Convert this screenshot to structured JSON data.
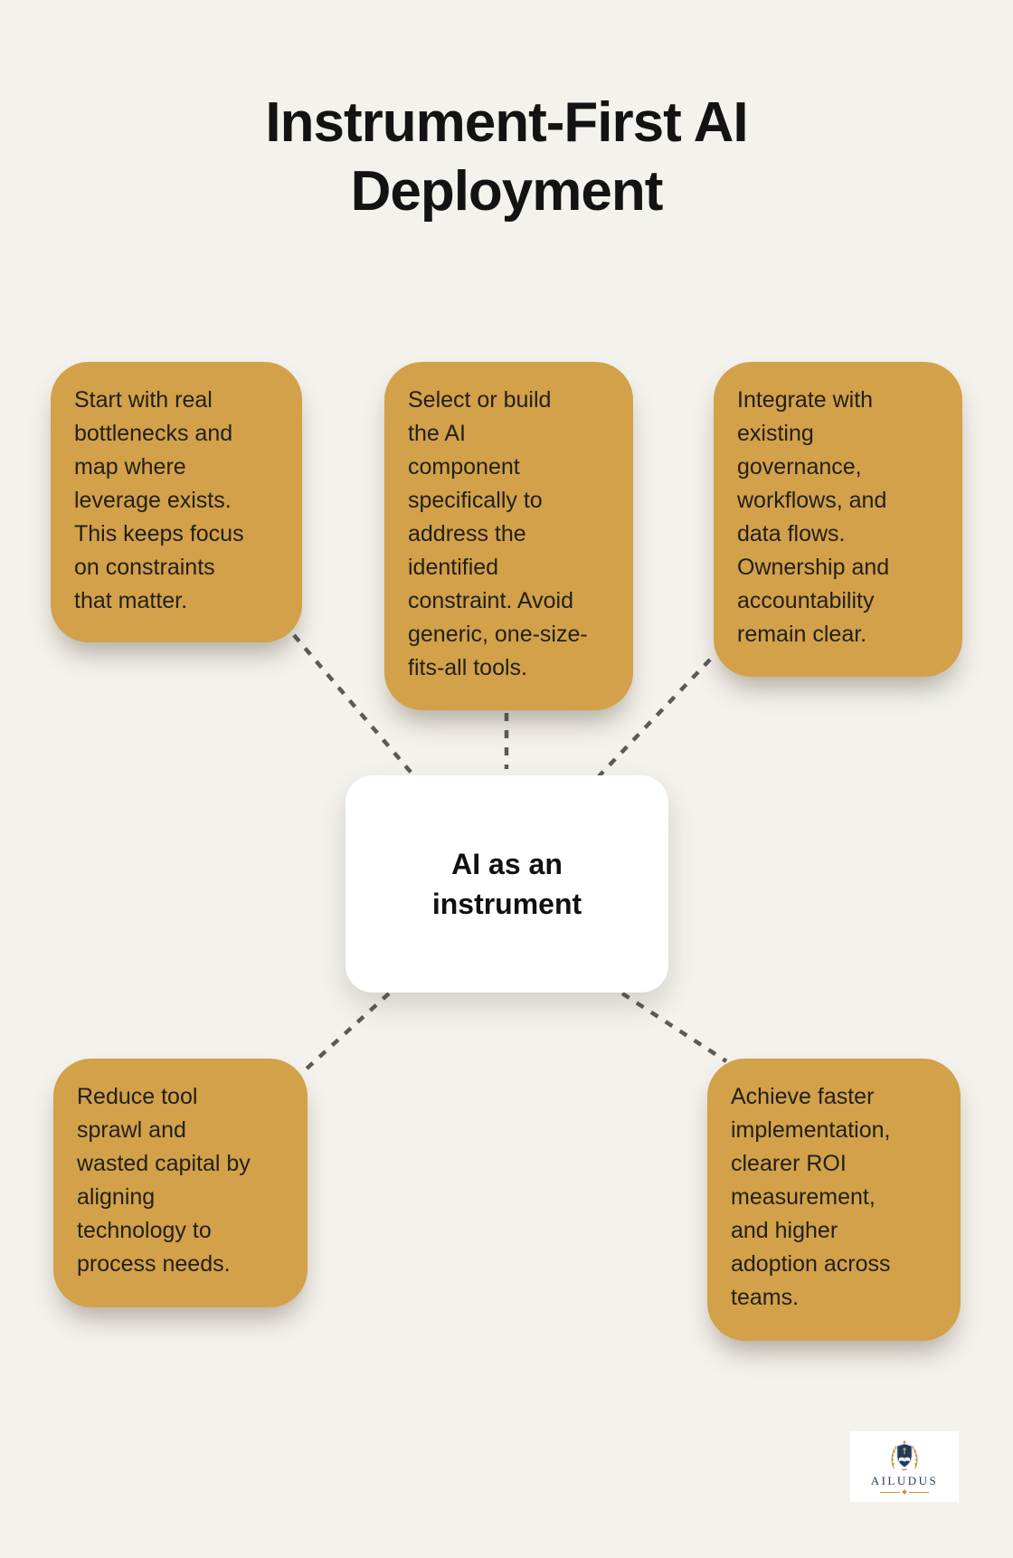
{
  "title": "Instrument-First AI\nDeployment",
  "center_node": {
    "label": "AI as an\ninstrument"
  },
  "cards": [
    {
      "text": "Start with real\nbottlenecks and\nmap where\nleverage exists.\nThis keeps focus\non constraints\nthat matter."
    },
    {
      "text": "Select or build\nthe AI\ncomponent\nspecifically to\naddress the\nidentified\nconstraint. Avoid\ngeneric, one-size-\nfits-all tools."
    },
    {
      "text": "Integrate with\nexisting\ngovernance,\nworkflows, and\ndata flows.\nOwnership and\naccountability\nremain clear."
    },
    {
      "text": "Reduce tool\nsprawl and\nwasted capital by\naligning\ntechnology to\nprocess needs."
    },
    {
      "text": "Achieve faster\nimplementation,\nclearer ROI\nmeasurement,\nand higher\nadoption across\nteams."
    }
  ],
  "logo": {
    "brand": "AILUDUS"
  },
  "colors": {
    "bg": "#F4F2EC",
    "gold": "#D2A149",
    "card-text": "#23201A",
    "title-text": "#131313",
    "connector": "#5A5A5A",
    "center-bg": "#FFFFFF",
    "logo-navy": "#27405E",
    "logo-gold": "#C9973F"
  }
}
